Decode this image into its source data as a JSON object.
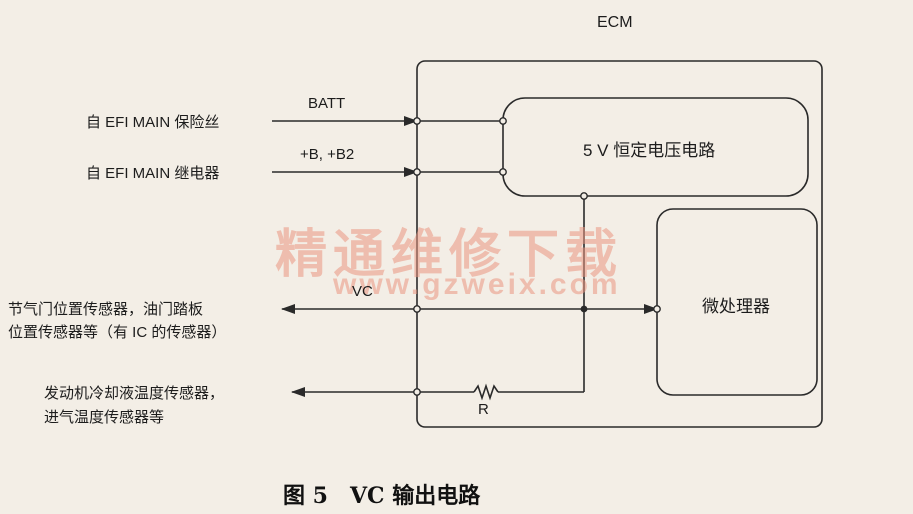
{
  "ecm_label": "ECM",
  "regulator_label": "5 V 恒定电压电路",
  "micro_label": "微处理器",
  "signals": {
    "batt": "BATT",
    "b": "+B, +B2",
    "vc": "VC",
    "r": "R"
  },
  "inputs": {
    "fuse": "自 EFI MAIN 保险丝",
    "relay": "自 EFI MAIN 继电器"
  },
  "outputs": {
    "tps_line1": "节气门位置传感器，油门踏板",
    "tps_line2": "位置传感器等（有 IC 的传感器）",
    "temp_line1": "发动机冷却液温度传感器，",
    "temp_line2": "进气温度传感器等"
  },
  "watermark": {
    "text": "精通维修下载",
    "url": "www.gzweix.com"
  },
  "caption": "图 5　VC 输出电路",
  "colors": {
    "line": "#2a2a2a",
    "background": "#f3eee6",
    "watermark": "#ea9680"
  }
}
